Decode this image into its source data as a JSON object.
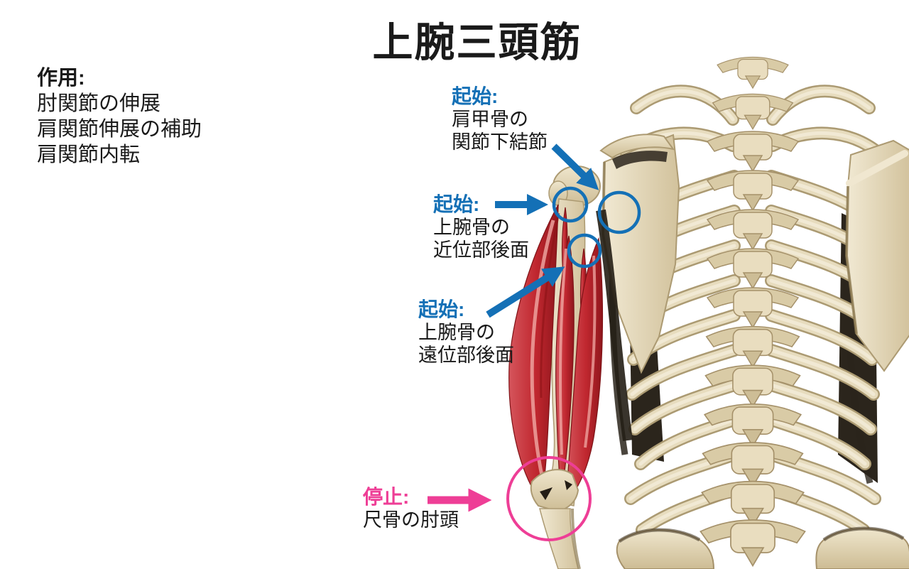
{
  "colors": {
    "origin_accent": "#1470b6",
    "insertion_accent": "#ee3e96",
    "ink": "#1a1a1a",
    "background": "#ffffff",
    "muscle_red": "#c0272f",
    "bone": "#e7dcbe"
  },
  "title": "上腕三頭筋",
  "action": {
    "heading": "作用:",
    "lines": [
      "肘関節の伸展",
      "肩関節伸展の補助",
      "肩関節内転"
    ]
  },
  "labels": {
    "origin_scapula": {
      "heading": "起始:",
      "line1": "肩甲骨の",
      "line2": "関節下結節"
    },
    "origin_proximal": {
      "heading": "起始:",
      "line1": "上腕骨の",
      "line2": "近位部後面"
    },
    "origin_distal": {
      "heading": "起始:",
      "line1": "上腕骨の",
      "line2": "遠位部後面"
    },
    "insertion": {
      "heading": "停止:",
      "line1": "尺骨の肘頭"
    }
  },
  "annotations": [
    {
      "name": "origin-scapula",
      "marker": "arrow-and-circle",
      "color": "blue"
    },
    {
      "name": "origin-proximal-humerus",
      "marker": "arrow-and-circle",
      "color": "blue"
    },
    {
      "name": "origin-distal-humerus",
      "marker": "arrow-and-circle",
      "color": "blue"
    },
    {
      "name": "insertion-olecranon",
      "marker": "arrow-and-circle",
      "color": "pink"
    }
  ],
  "illustration": {
    "name": "posterior-torso-skeleton-with-triceps"
  }
}
